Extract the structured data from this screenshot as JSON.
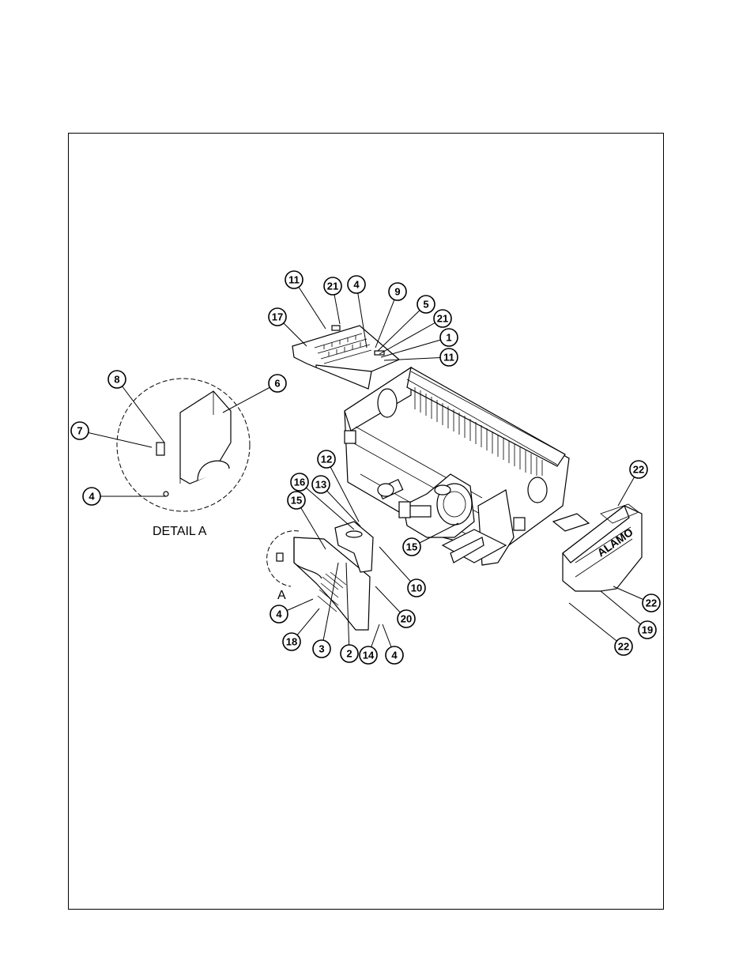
{
  "detail_label": "DETAIL A",
  "section_label": "A",
  "callouts": [
    "11",
    "21",
    "4",
    "9",
    "5",
    "21",
    "1",
    "11",
    "17",
    "8",
    "6",
    "7",
    "4",
    "12",
    "16",
    "13",
    "15",
    "15",
    "10",
    "22",
    "22",
    "19",
    "22",
    "20",
    "4",
    "18",
    "3",
    "2",
    "14",
    "4"
  ]
}
